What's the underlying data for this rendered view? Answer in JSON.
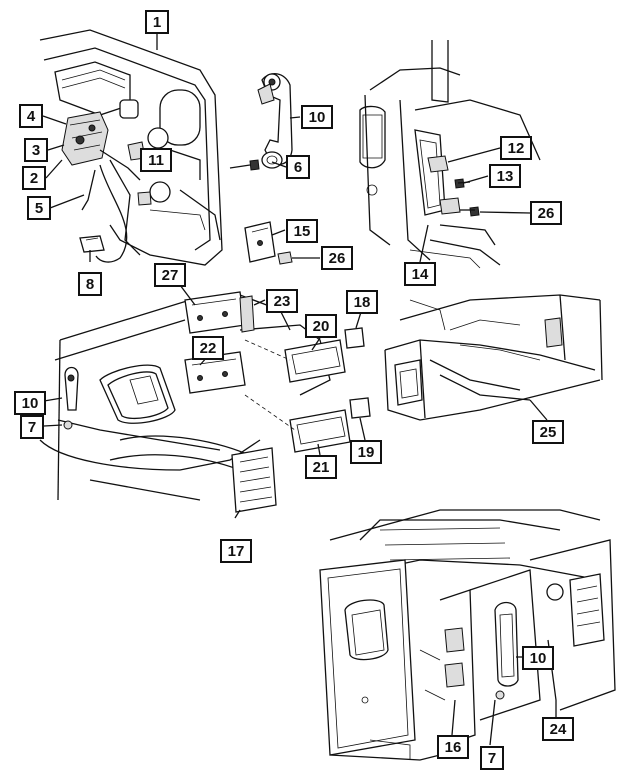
{
  "callouts": {
    "c1": "1",
    "c4": "4",
    "c10a": "10",
    "c3": "3",
    "c11": "11",
    "c6": "6",
    "c2": "2",
    "c5": "5",
    "c15": "15",
    "c26a": "26",
    "c8": "8",
    "c12": "12",
    "c13": "13",
    "c26b": "26",
    "c14": "14",
    "c27": "27",
    "c23": "23",
    "c18": "18",
    "c20": "20",
    "c22": "22",
    "c10b": "10",
    "c7a": "7",
    "c21": "21",
    "c19": "19",
    "c25": "25",
    "c17": "17",
    "c10c": "10",
    "c24": "24",
    "c16": "16",
    "c7b": "7"
  }
}
